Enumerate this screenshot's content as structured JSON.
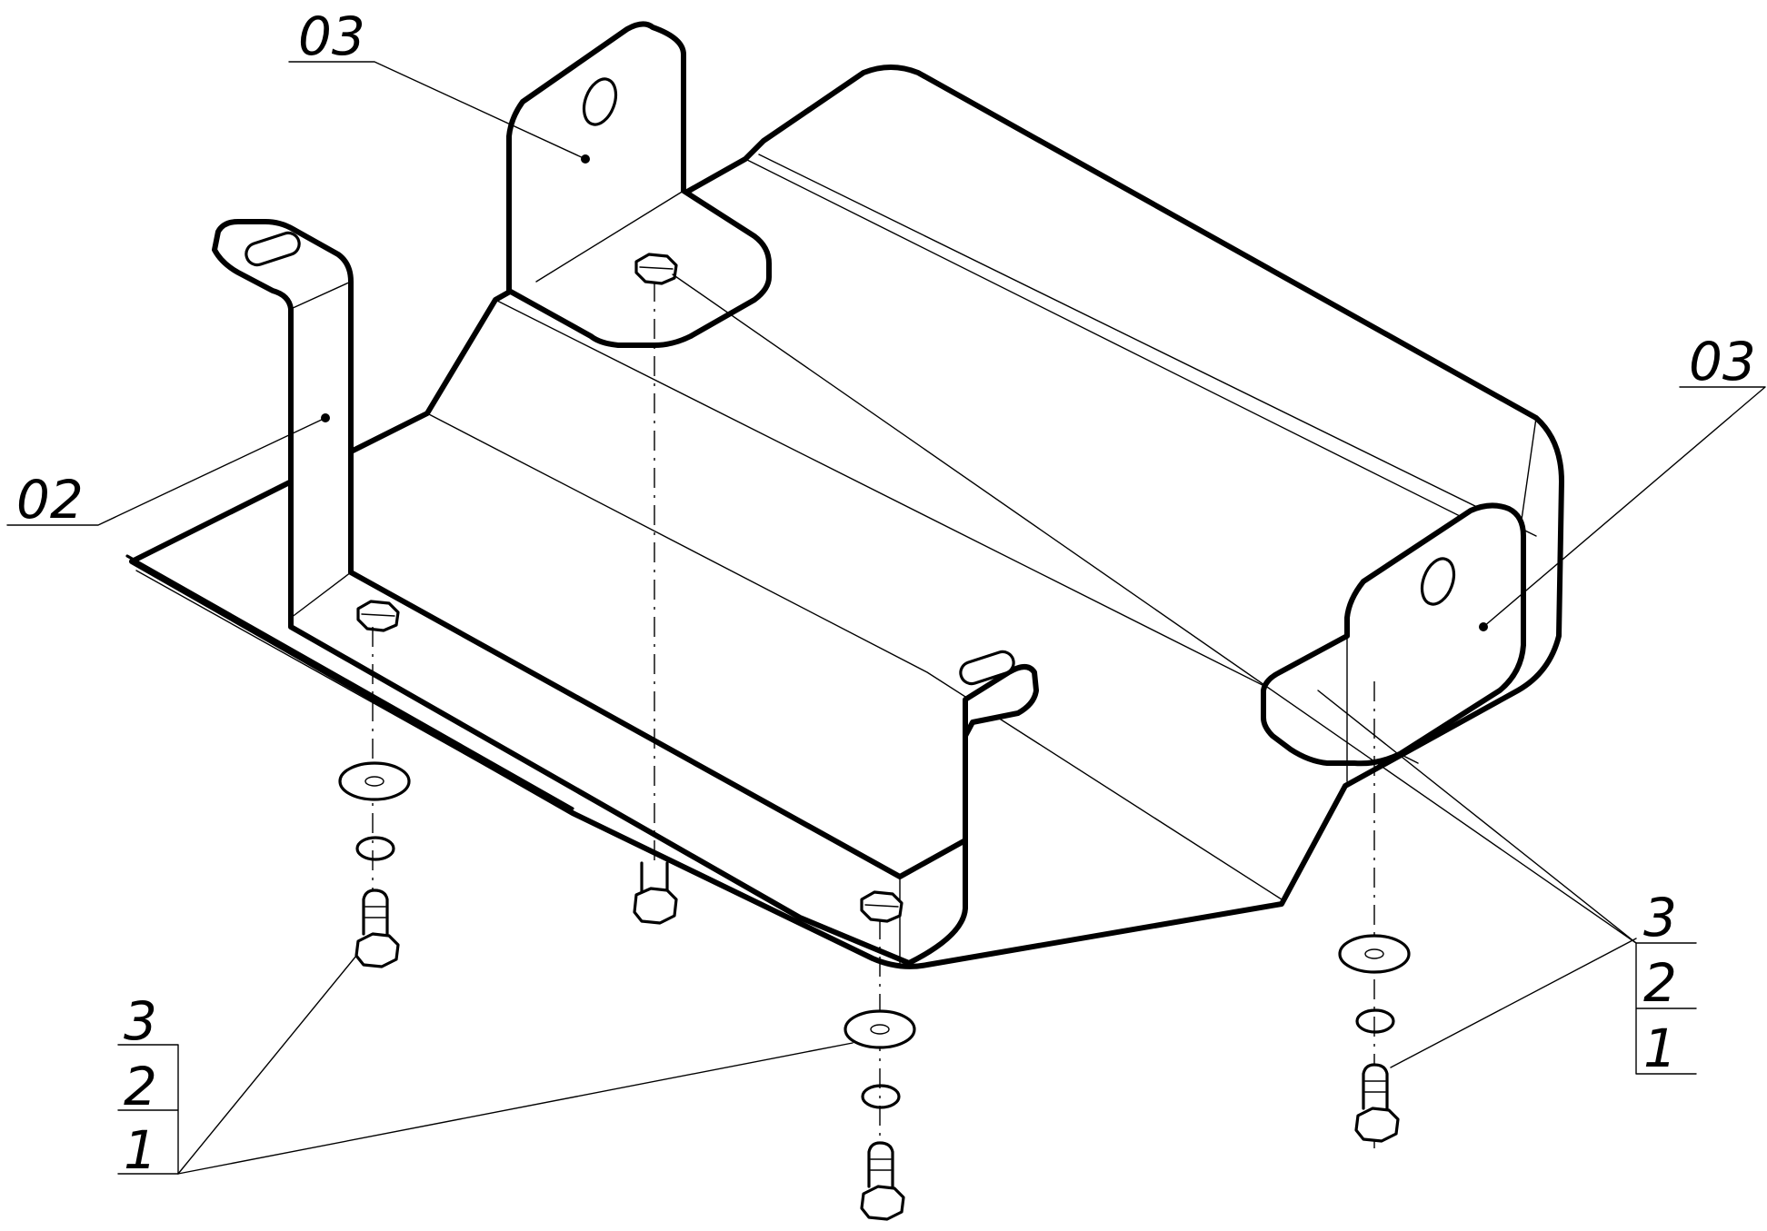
{
  "callouts": {
    "part_top": "03",
    "part_right": "03",
    "part_left": "02",
    "stack_left": [
      "3",
      "2",
      "1"
    ],
    "stack_right": [
      "3",
      "2",
      "1"
    ]
  }
}
